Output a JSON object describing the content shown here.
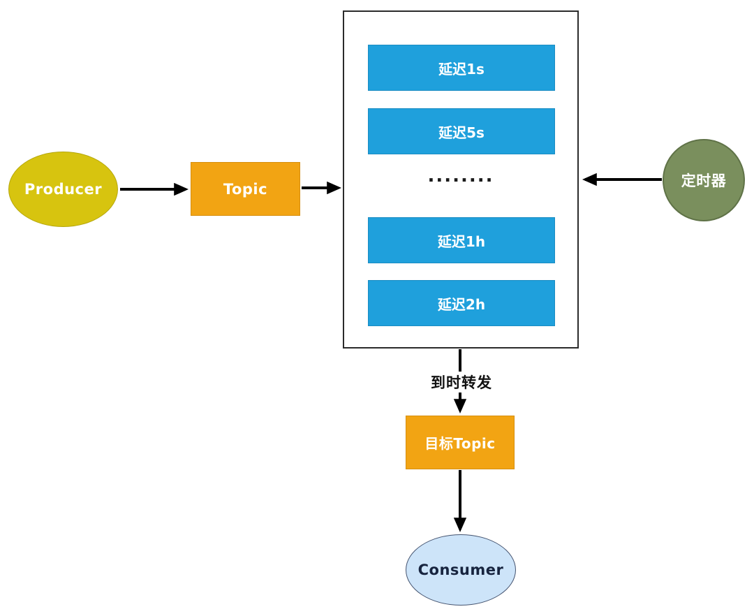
{
  "diagram": {
    "producer": {
      "label": "Producer"
    },
    "topic": {
      "label": "Topic"
    },
    "delay_container": {
      "delays": [
        {
          "label": "延迟1s"
        },
        {
          "label": "延迟5s"
        },
        {
          "label": "延迟1h"
        },
        {
          "label": "延迟2h"
        }
      ],
      "ellipsis": "........"
    },
    "timer": {
      "label": "定时器"
    },
    "forward_label": "到时转发",
    "target_topic": {
      "label": "目标Topic"
    },
    "consumer": {
      "label": "Consumer"
    },
    "colors": {
      "producer_fill": "#d7c40f",
      "topic_fill": "#f2a413",
      "delay_fill": "#1fa0dc",
      "timer_fill": "#7a8f5d",
      "consumer_fill": "#cde4f9",
      "arrow": "#000000",
      "container_border": "#2b2b2b",
      "background": "#ffffff"
    }
  }
}
